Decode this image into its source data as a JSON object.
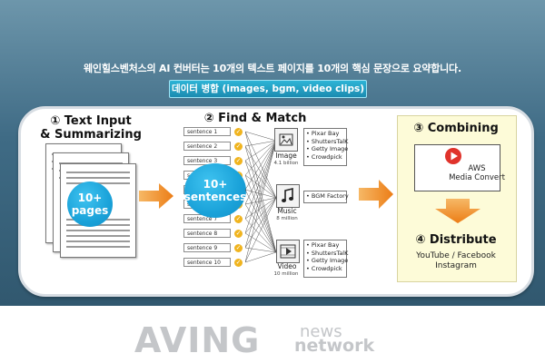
{
  "headline": "웨인힐스벤처스의 AI 컨버터는 10개의 텍스트 페이지를 10개의 핵심 문장으로 요약합니다.",
  "subbar": "데이터 병합 (images, bgm, video clips)",
  "step1": {
    "title_line1": "① Text Input",
    "title_line2": "& Summarizing",
    "badge_line1": "10+",
    "badge_line2": "pages"
  },
  "step2": {
    "title": "② Find & Match",
    "badge_line1": "10+",
    "badge_line2": "sentences",
    "sentences": [
      "sentence 1",
      "sentence 2",
      "sentence 3",
      "sentence 4",
      "sentence 5",
      "sentence 6",
      "sentence 7",
      "sentence 8",
      "sentence 9",
      "sentence 10"
    ],
    "image": {
      "label": "Image",
      "count": "4.1 billion",
      "sources": [
        "Pixar Bay",
        "ShuttersTalK",
        "Getty Image",
        "Crowdpick"
      ]
    },
    "music": {
      "label": "Music",
      "count": "8 million",
      "sources": [
        "BGM Factory"
      ]
    },
    "video": {
      "label": "Video",
      "count": "10 million",
      "sources": [
        "Pixar Bay",
        "ShuttersTalK",
        "Getty Image",
        "Crowdpick"
      ]
    }
  },
  "step3": {
    "title": "③ Combining",
    "product_line1": "AWS",
    "product_line2": "Media Convert"
  },
  "step4": {
    "title": "④ Distribute",
    "line1": "YouTube / Facebook",
    "line2": "Instagram"
  },
  "watermark": {
    "main": "AVING",
    "top": "news",
    "bottom": "network"
  },
  "colors": {
    "accent_blue": "#1aa2d9",
    "arrow_orange": "#f08a1e",
    "check_gold": "#f0b41f",
    "combine_bg": "#fdfbd8"
  }
}
